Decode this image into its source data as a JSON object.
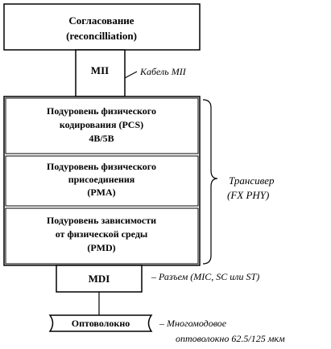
{
  "blocks": {
    "reconciliation": [
      "Согласование",
      "(reconcilliation)"
    ],
    "mii": "МII",
    "pcs": [
      "Подуровень физического",
      "кодирования (PCS)",
      "4B/5B"
    ],
    "pma": [
      "Подуровень физического",
      "присоединения",
      "(PMA)"
    ],
    "pmd": [
      "Подуровень зависимости",
      "от физической среды",
      "(PMD)"
    ],
    "mdi": "MDI",
    "fiber": "Оптоволокно"
  },
  "annotations": {
    "mii_cable": "Кабель МII",
    "transceiver": [
      "Трансивер",
      "(FX PHY)"
    ],
    "connector": "– Разъем (MIC, SC или ST)",
    "fiber_type": [
      "– Многомодовое",
      "оптоволокно 62.5/125 мкм"
    ]
  }
}
